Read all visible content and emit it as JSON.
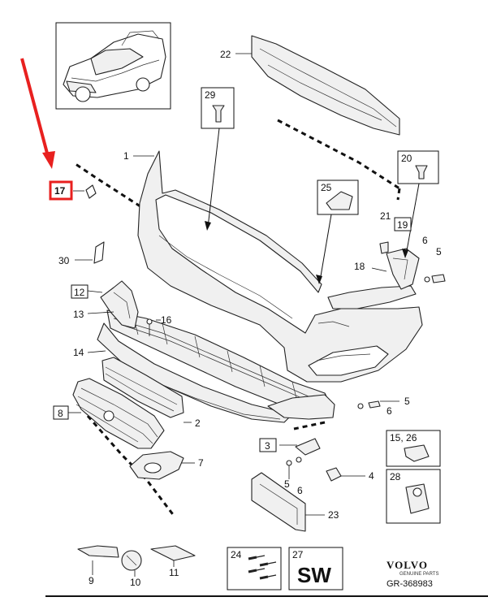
{
  "callouts": {
    "c1": "1",
    "c2": "2",
    "c3": "3",
    "c4": "4",
    "c5a": "5",
    "c5b": "5",
    "c5c": "5",
    "c6a": "6",
    "c6b": "6",
    "c6c": "6",
    "c7": "7",
    "c8": "8",
    "c9": "9",
    "c10": "10",
    "c11": "11",
    "c12": "12",
    "c13": "13",
    "c14": "14",
    "c15_26": "15, 26",
    "c16": "16",
    "c17": "17",
    "c18": "18",
    "c19": "19",
    "c20": "20",
    "c21": "21",
    "c22": "22",
    "c23": "23",
    "c24": "24",
    "c25": "25",
    "c27": "27",
    "c28": "28",
    "c29": "29",
    "c30": "30"
  },
  "sw_label": "SW",
  "brand": {
    "name": "VOLVO",
    "tagline": "GENUINE PARTS",
    "ref": "GR-368983"
  },
  "colors": {
    "highlight": "#e8201f",
    "line": "#111111",
    "part_fill": "#f0f0f0"
  },
  "highlighted_callout": "17"
}
